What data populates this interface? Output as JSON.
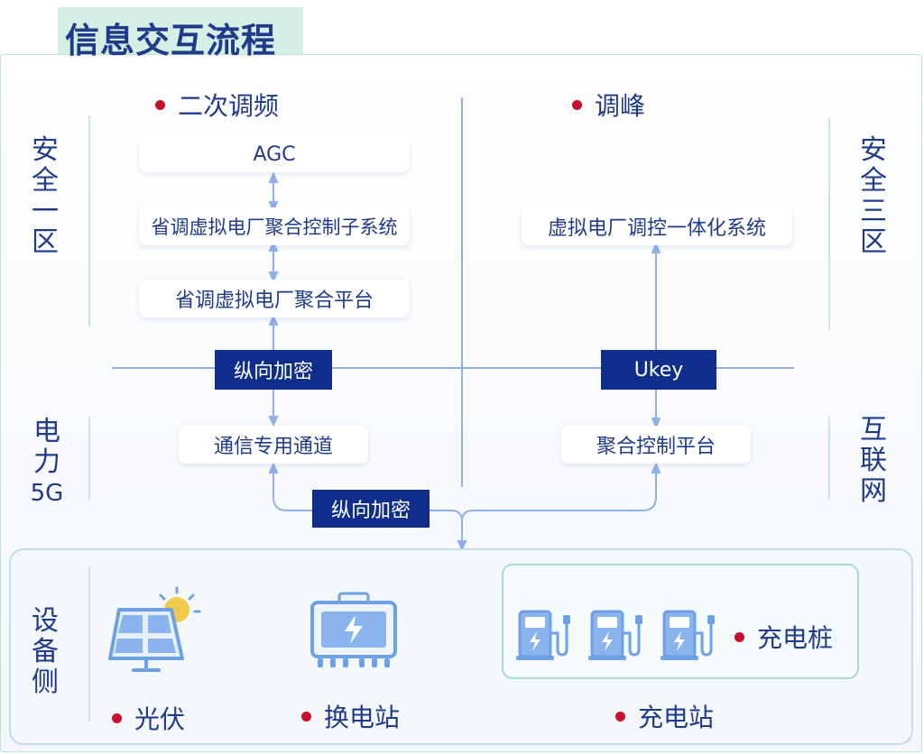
{
  "title": "信息交互流程",
  "zones": {
    "left_top": [
      "安",
      "全",
      "一",
      "区"
    ],
    "right_top": [
      "安",
      "全",
      "三",
      "区"
    ],
    "left_mid": [
      "电",
      "力",
      "5G"
    ],
    "right_mid": [
      "互",
      "联",
      "网"
    ],
    "bottom": [
      "设",
      "备",
      "侧"
    ]
  },
  "sections": {
    "left": "二次调频",
    "right": "调峰"
  },
  "left_boxes": {
    "agc": "AGC",
    "subsystem": "省调虚拟电厂聚合控制子系统",
    "platform": "省调虚拟电厂聚合平台",
    "channel": "通信专用通道"
  },
  "right_boxes": {
    "system": "虚拟电厂调控一体化系统",
    "platform": "聚合控制平台"
  },
  "encrypt": {
    "left": "纵向加密",
    "right": "Ukey",
    "bottom": "纵向加密"
  },
  "devices": {
    "pv": "光伏",
    "swap": "换电站",
    "pile": "充电桩",
    "station": "充电站"
  },
  "colors": {
    "navy": "#0f2d8a",
    "text": "#1f3a8a",
    "line": "#8fb0ea",
    "accent_dot": "#c8102e",
    "title_bg": "#d5efe4",
    "icon_blue": "#6ea0e6"
  }
}
